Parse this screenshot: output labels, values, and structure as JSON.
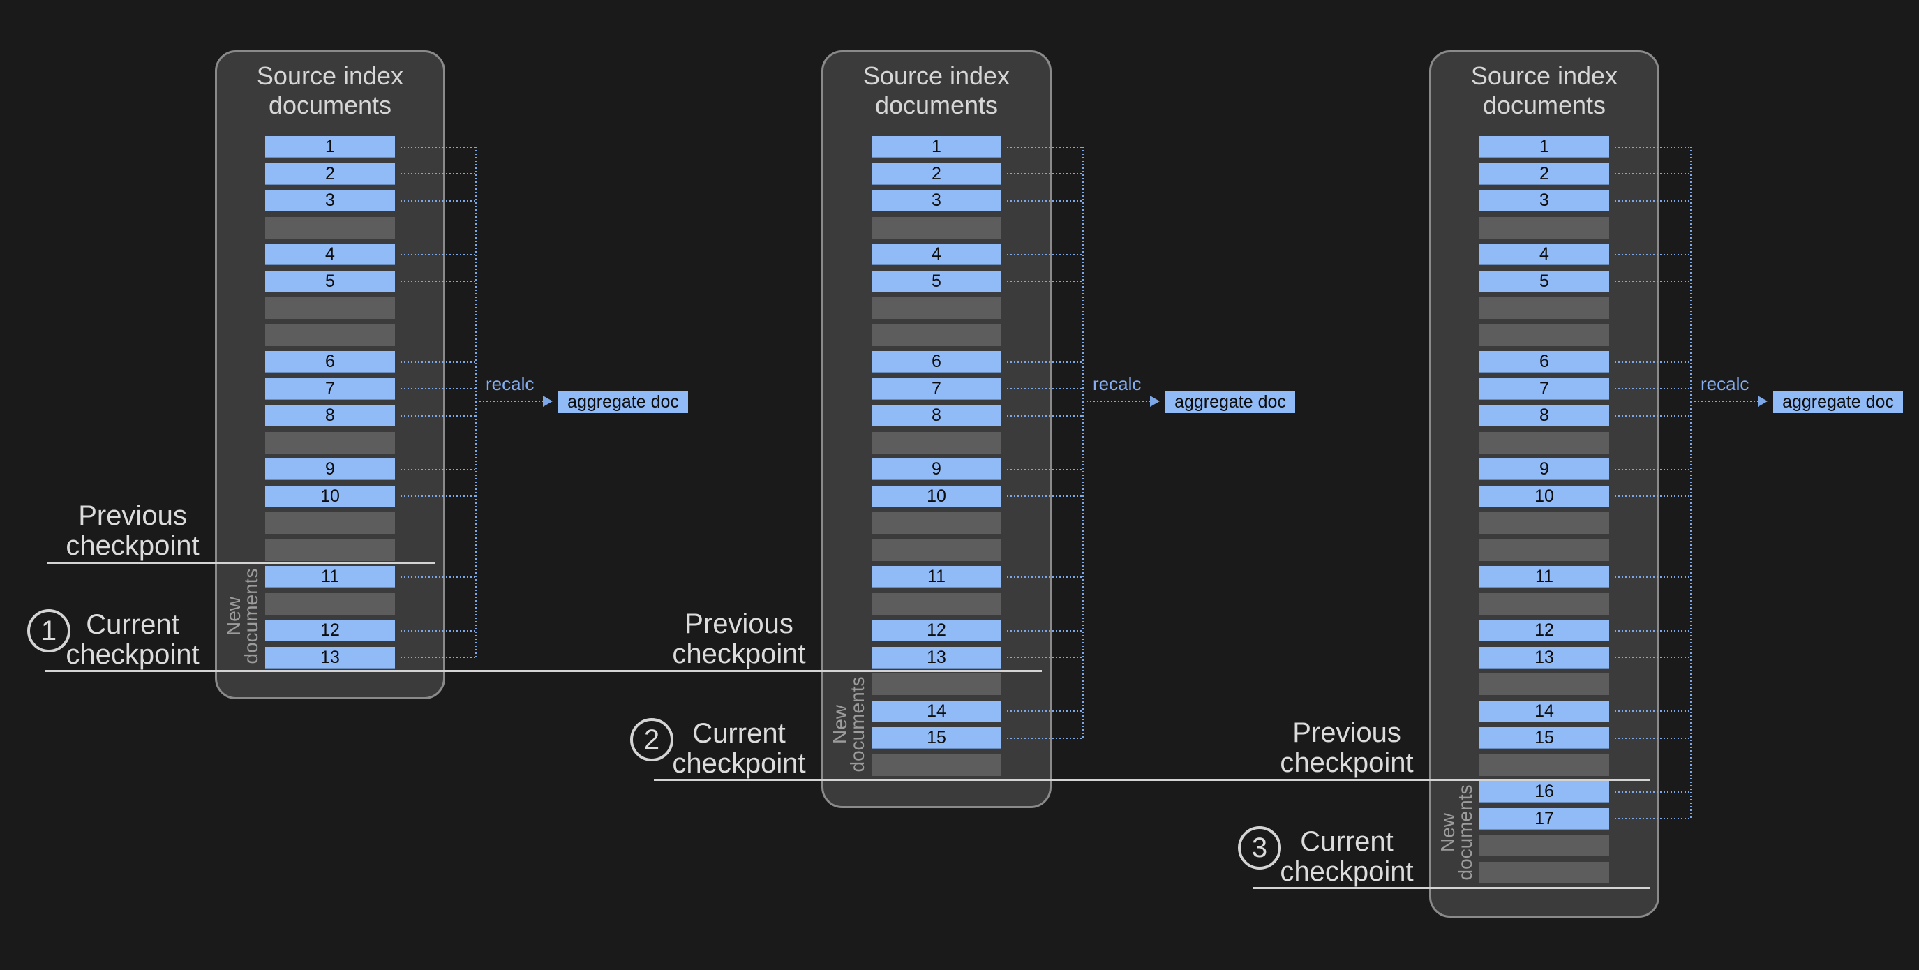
{
  "diagram": {
    "panels": [
      {
        "title": "Source index\ndocuments",
        "side_label": "New\ndocuments",
        "recalc_label": "recalc",
        "aggregate_label": "aggregate doc",
        "checkpoints": {
          "previous": "Previous\ncheckpoint",
          "current": "Current\ncheckpoint",
          "step": "1"
        },
        "rows": [
          {
            "kind": "doc",
            "label": "1"
          },
          {
            "kind": "doc",
            "label": "2"
          },
          {
            "kind": "doc",
            "label": "3"
          },
          {
            "kind": "empty",
            "label": ""
          },
          {
            "kind": "doc",
            "label": "4"
          },
          {
            "kind": "doc",
            "label": "5"
          },
          {
            "kind": "empty",
            "label": ""
          },
          {
            "kind": "empty",
            "label": ""
          },
          {
            "kind": "doc",
            "label": "6"
          },
          {
            "kind": "doc",
            "label": "7"
          },
          {
            "kind": "doc",
            "label": "8"
          },
          {
            "kind": "empty",
            "label": ""
          },
          {
            "kind": "doc",
            "label": "9"
          },
          {
            "kind": "doc",
            "label": "10"
          },
          {
            "kind": "empty",
            "label": ""
          },
          {
            "kind": "empty",
            "label": ""
          },
          {
            "kind": "doc",
            "label": "11"
          },
          {
            "kind": "empty",
            "label": ""
          },
          {
            "kind": "doc",
            "label": "12"
          },
          {
            "kind": "doc",
            "label": "13"
          }
        ]
      },
      {
        "title": "Source index\ndocuments",
        "side_label": "New\ndocuments",
        "recalc_label": "recalc",
        "aggregate_label": "aggregate doc",
        "checkpoints": {
          "previous": "Previous\ncheckpoint",
          "current": "Current\ncheckpoint",
          "step": "2"
        },
        "rows": [
          {
            "kind": "doc",
            "label": "1"
          },
          {
            "kind": "doc",
            "label": "2"
          },
          {
            "kind": "doc",
            "label": "3"
          },
          {
            "kind": "empty",
            "label": ""
          },
          {
            "kind": "doc",
            "label": "4"
          },
          {
            "kind": "doc",
            "label": "5"
          },
          {
            "kind": "empty",
            "label": ""
          },
          {
            "kind": "empty",
            "label": ""
          },
          {
            "kind": "doc",
            "label": "6"
          },
          {
            "kind": "doc",
            "label": "7"
          },
          {
            "kind": "doc",
            "label": "8"
          },
          {
            "kind": "empty",
            "label": ""
          },
          {
            "kind": "doc",
            "label": "9"
          },
          {
            "kind": "doc",
            "label": "10"
          },
          {
            "kind": "empty",
            "label": ""
          },
          {
            "kind": "empty",
            "label": ""
          },
          {
            "kind": "doc",
            "label": "11"
          },
          {
            "kind": "empty",
            "label": ""
          },
          {
            "kind": "doc",
            "label": "12"
          },
          {
            "kind": "doc",
            "label": "13"
          },
          {
            "kind": "empty",
            "label": ""
          },
          {
            "kind": "doc",
            "label": "14"
          },
          {
            "kind": "doc",
            "label": "15"
          },
          {
            "kind": "empty",
            "label": ""
          }
        ]
      },
      {
        "title": "Source index\ndocuments",
        "side_label": "New\ndocuments",
        "recalc_label": "recalc",
        "aggregate_label": "aggregate doc",
        "checkpoints": {
          "previous": "Previous\ncheckpoint",
          "current": "Current\ncheckpoint",
          "step": "3"
        },
        "rows": [
          {
            "kind": "doc",
            "label": "1"
          },
          {
            "kind": "doc",
            "label": "2"
          },
          {
            "kind": "doc",
            "label": "3"
          },
          {
            "kind": "empty",
            "label": ""
          },
          {
            "kind": "doc",
            "label": "4"
          },
          {
            "kind": "doc",
            "label": "5"
          },
          {
            "kind": "empty",
            "label": ""
          },
          {
            "kind": "empty",
            "label": ""
          },
          {
            "kind": "doc",
            "label": "6"
          },
          {
            "kind": "doc",
            "label": "7"
          },
          {
            "kind": "doc",
            "label": "8"
          },
          {
            "kind": "empty",
            "label": ""
          },
          {
            "kind": "doc",
            "label": "9"
          },
          {
            "kind": "doc",
            "label": "10"
          },
          {
            "kind": "empty",
            "label": ""
          },
          {
            "kind": "empty",
            "label": ""
          },
          {
            "kind": "doc",
            "label": "11"
          },
          {
            "kind": "empty",
            "label": ""
          },
          {
            "kind": "doc",
            "label": "12"
          },
          {
            "kind": "doc",
            "label": "13"
          },
          {
            "kind": "empty",
            "label": ""
          },
          {
            "kind": "doc",
            "label": "14"
          },
          {
            "kind": "doc",
            "label": "15"
          },
          {
            "kind": "empty",
            "label": ""
          },
          {
            "kind": "doc",
            "label": "16"
          },
          {
            "kind": "doc",
            "label": "17"
          },
          {
            "kind": "empty",
            "label": ""
          },
          {
            "kind": "empty",
            "label": ""
          }
        ]
      }
    ],
    "colors": {
      "background": "#1a1a1a",
      "panel_fill": "#3b3b3b",
      "panel_border": "#8a8a8a",
      "doc_fill": "#91bbf7",
      "doc_text": "#0d0d0d",
      "empty_fill": "#5d5d5d",
      "title_text": "#d6d6d6",
      "checkpoint_text": "#dcdcdc",
      "checkpoint_line": "#d4d4d4",
      "side_label_text": "#9c9c9c",
      "connector": "#7ea7e8",
      "recalc_text": "#84adf2",
      "aggregate_fill": "#91bbf7",
      "aggregate_text": "#0d0d0d",
      "step_circle": "#d4d4d4"
    }
  }
}
